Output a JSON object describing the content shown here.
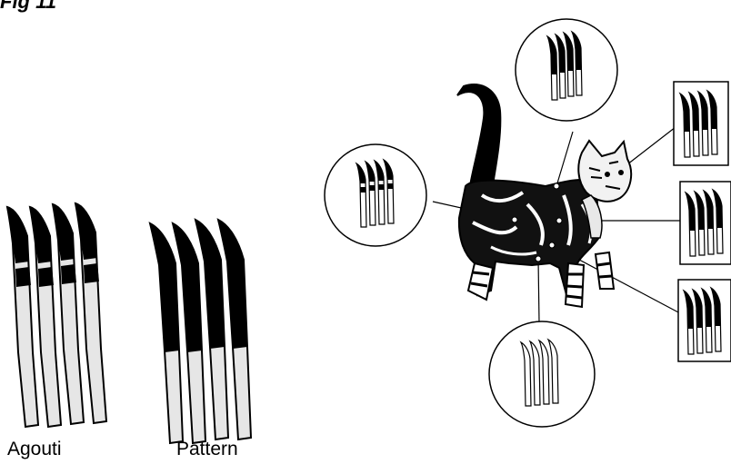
{
  "figure": {
    "label": "Fig 11"
  },
  "captions": {
    "agouti": "Agouti",
    "pattern": "Pattern"
  },
  "colors": {
    "ink": "#000000",
    "hair_light": "#d9d9d9",
    "background": "#ffffff"
  },
  "callouts": {
    "circles": [
      "top-back",
      "left-flank",
      "belly"
    ],
    "boxes": [
      "head",
      "shoulder",
      "leg"
    ]
  }
}
